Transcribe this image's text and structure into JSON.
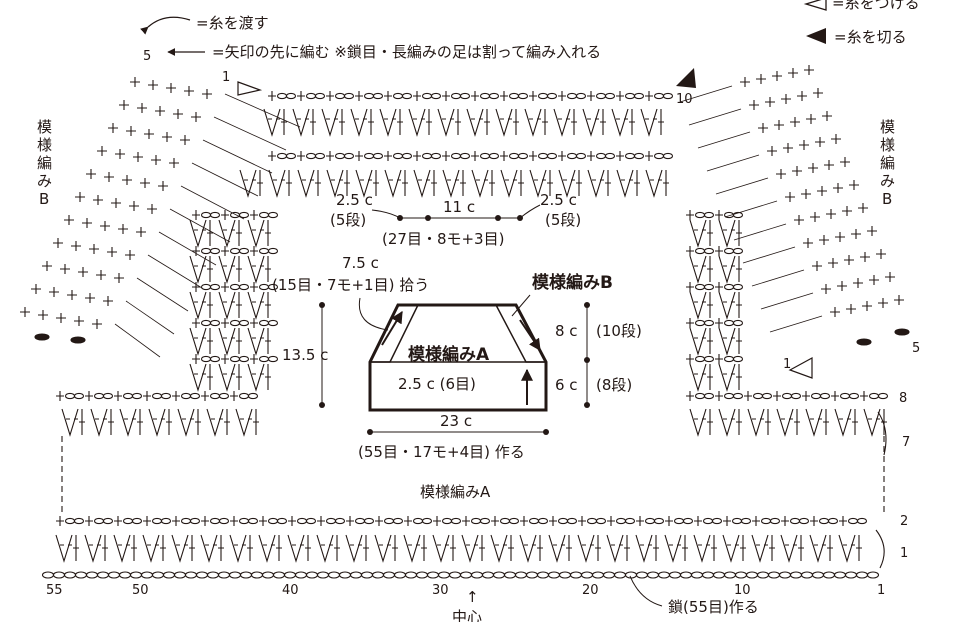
{
  "legend": {
    "pass_yarn": "=糸を渡す",
    "arrow_note": "=矢印の先に編む ※鎖目・長編みの足は割って編み入れる",
    "attach_yarn": "=糸をつける",
    "cut_yarn": "=糸を切る",
    "arrow_row_label": "5"
  },
  "side_label_left": [
    "模",
    "様",
    "編",
    "み",
    "B"
  ],
  "side_label_right": [
    "模",
    "様",
    "編",
    "み",
    "B"
  ],
  "schematic": {
    "top_left_width": "2.5 c",
    "top_left_rows": "(5段)",
    "top_mid_width": "11 c",
    "top_mid_count": "(27目・8モ+3目)",
    "top_right_width": "2.5 c",
    "top_right_rows": "(5段)",
    "pick_width": "7.5 c",
    "pick_count": "(15目・7モ+1目) 拾う",
    "pattern_b": "模様編みB",
    "pattern_a": "模様編みA",
    "left_height": "13.5 c",
    "right_upper_height": "8 c",
    "right_upper_rows": "(10段)",
    "right_lower_height": "6 c",
    "right_lower_rows": "(8段)",
    "inner_note": "2.5 c (6目)",
    "bottom_width": "23 c",
    "bottom_count": "(55目・17モ+4目) 作る"
  },
  "chart_labels": {
    "pattern_a_label": "模様編みA",
    "row_start_left": "1",
    "row_start_top_right": "10",
    "row_right_5": "5",
    "row_right_8": "8",
    "row_right_7": "7",
    "row_right_2": "2",
    "row_right_1": "1",
    "row_attach_right": "1",
    "bottom_numbers": [
      "55",
      "50",
      "40",
      "30",
      "20",
      "10",
      "1"
    ],
    "center_arrow": "↑",
    "center_label": "中心",
    "chain_note": "鎖(55目)作る"
  }
}
